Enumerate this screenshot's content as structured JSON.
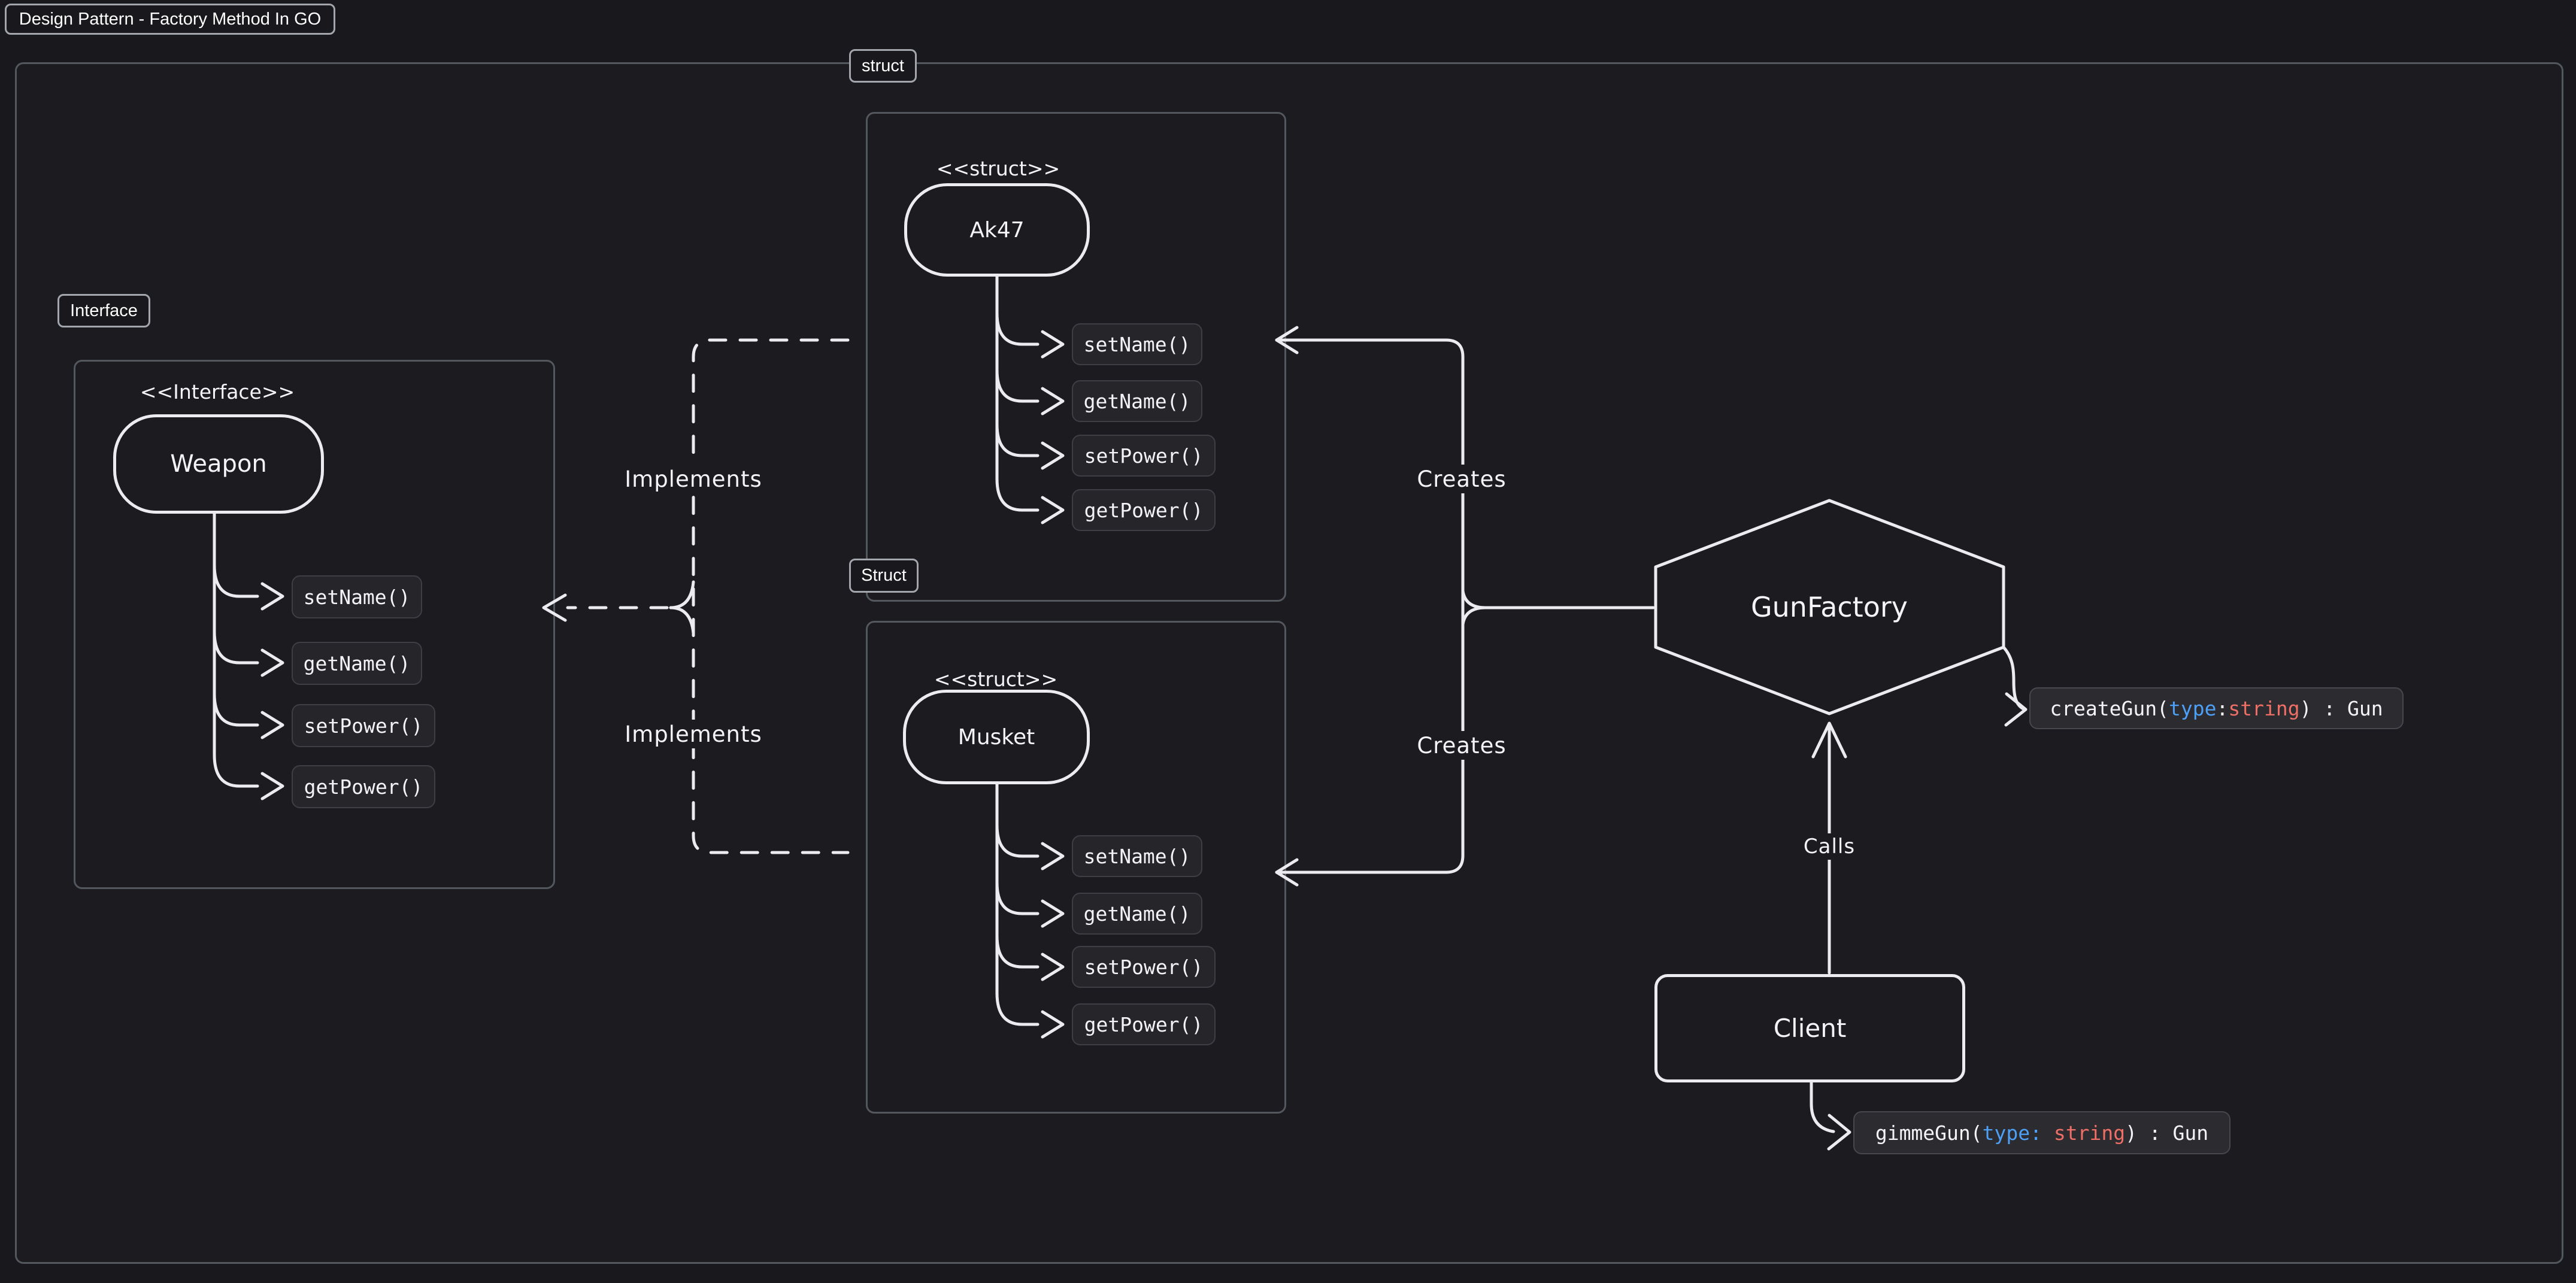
{
  "colors": {
    "bg": "#19191d",
    "frame-bg": "#1c1c20",
    "frame-border": "#53575e",
    "label-border": "#a3a6ac",
    "stroke": "#ececf0",
    "chip-bg": "#26262a",
    "chip-border": "#3e3e45",
    "code-bg": "#2b2b30",
    "code-border": "#47474d",
    "text": "#f4f4f6",
    "blue": "#4da0f5",
    "red": "#ee6f66"
  },
  "title": "Design Pattern - Factory Method In GO",
  "frames": {
    "interface_label": "Interface",
    "ak47_label": "struct",
    "musket_label": "Struct"
  },
  "nodes": {
    "weapon": {
      "stereotype": "<<Interface>>",
      "name": "Weapon",
      "methods": [
        "setName()",
        "getName()",
        "setPower()",
        "getPower()"
      ]
    },
    "ak47": {
      "stereotype": "<<struct>>",
      "name": "Ak47",
      "methods": [
        "setName()",
        "getName()",
        "setPower()",
        "getPower()"
      ]
    },
    "musket": {
      "stereotype": "<<struct>>",
      "name": "Musket",
      "methods": [
        "setName()",
        "getName()",
        "setPower()",
        "getPower()"
      ]
    },
    "factory": {
      "name": "GunFactory"
    },
    "client": {
      "name": "Client"
    }
  },
  "edges": {
    "implements_top": "Implements",
    "implements_bottom": "Implements",
    "creates_top": "Creates",
    "creates_bottom": "Creates",
    "calls": "Calls"
  },
  "code": {
    "create_gun": {
      "tokens": [
        {
          "t": "createGun("
        },
        {
          "t": "type",
          "c": "blue"
        },
        {
          "t": ":"
        },
        {
          "t": "string",
          "c": "red"
        },
        {
          "t": ")"
        },
        {
          "t": " : Gun"
        }
      ]
    },
    "gimme_gun": {
      "tokens": [
        {
          "t": "gimmeGun("
        },
        {
          "t": "type:",
          "c": "blue"
        },
        {
          "t": " "
        },
        {
          "t": "string",
          "c": "red"
        },
        {
          "t": ")"
        },
        {
          "t": " : Gun"
        }
      ]
    }
  }
}
